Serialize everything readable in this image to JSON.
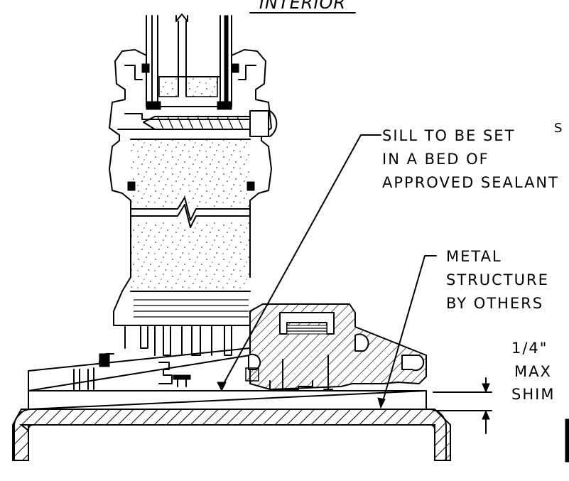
{
  "labels": {
    "interior": "INTERIOR",
    "sill_note": [
      "SILL TO BE SET",
      "IN A BED OF",
      "APPROVED SEALANT"
    ],
    "metal_note": [
      "METAL",
      "STRUCTURE",
      "BY OTHERS"
    ],
    "shim_note": [
      "1/4\"",
      "MAX",
      "SHIM"
    ],
    "edge_letter": "S"
  }
}
